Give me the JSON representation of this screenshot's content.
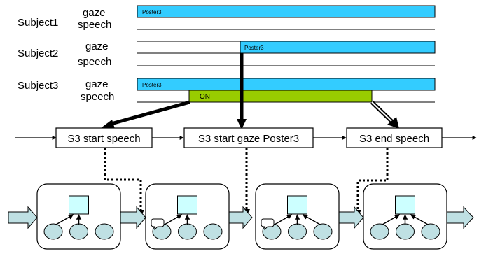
{
  "timeline": {
    "subjects": [
      {
        "name": "Subject1",
        "gaze_label": "gaze",
        "speech_label": "speech",
        "gaze_bar_label": "Poster3",
        "speech_bar_label": ""
      },
      {
        "name": "Subject2",
        "gaze_label": "gaze",
        "speech_label": "speech",
        "gaze_bar_label": "Poster3",
        "speech_bar_label": ""
      },
      {
        "name": "Subject3",
        "gaze_label": "gaze",
        "speech_label": "speech",
        "gaze_bar_label": "Poster3",
        "speech_bar_label": "ON"
      }
    ]
  },
  "events": [
    {
      "label": "S3 start speech"
    },
    {
      "label": "S3 start gaze Poster3"
    },
    {
      "label": "S3 end speech"
    }
  ],
  "colors": {
    "gaze_bar": "#33ccff",
    "speech_bar": "#99cc00",
    "state_box": "#ccffff",
    "node": "#bfe0e3",
    "flow_arrow": "#bfe0e3",
    "line": "#000000"
  }
}
